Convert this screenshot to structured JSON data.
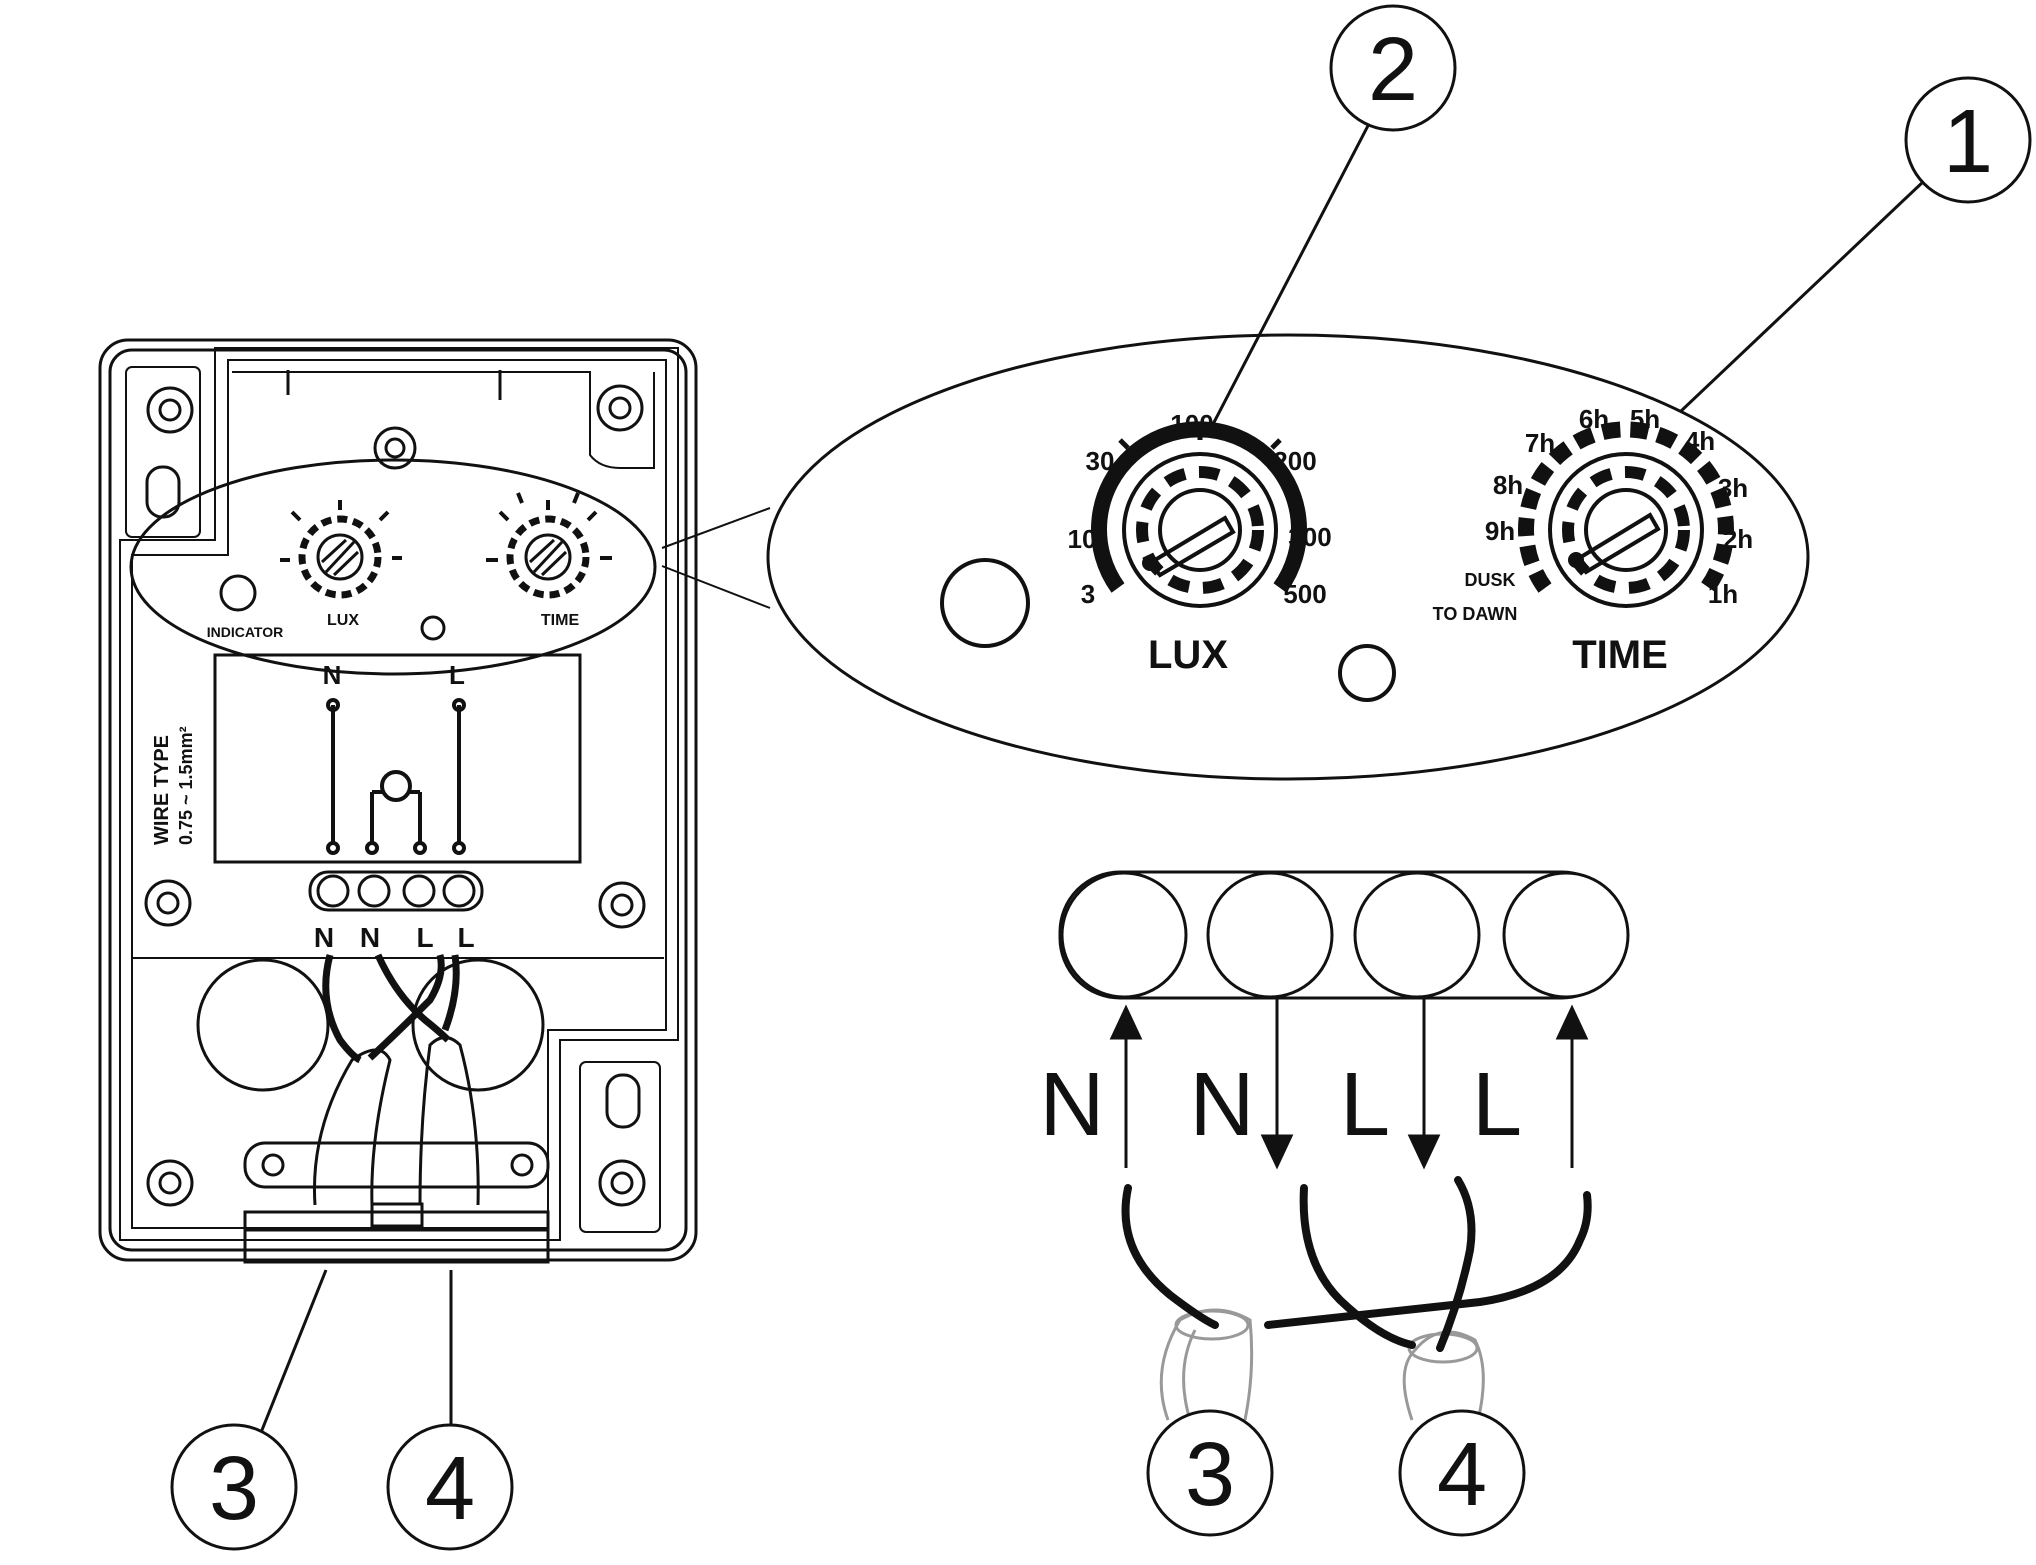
{
  "callouts": [
    "1",
    "2",
    "3",
    "4"
  ],
  "zoom": {
    "lux": {
      "title": "LUX",
      "scale": [
        "3",
        "10",
        "30",
        "100",
        "200",
        "300",
        "500"
      ]
    },
    "time": {
      "title": "TIME",
      "scale": [
        "DUSK",
        "TO DAWN",
        "9h",
        "8h",
        "7h",
        "6h",
        "5h",
        "4h",
        "3h",
        "2h",
        "1h"
      ]
    }
  },
  "device": {
    "indicator_label": "INDICATOR",
    "lux_label": "LUX",
    "time_label": "TIME",
    "terminal_top": [
      "N",
      "L"
    ],
    "wire_type_title": "WIRE TYPE",
    "wire_type_value": "0.75 ~ 1.5mm²",
    "terminal_labels": [
      "N",
      "N",
      "L",
      "L"
    ]
  },
  "terminal_diagram": {
    "labels": [
      "N",
      "N",
      "L",
      "L"
    ]
  },
  "colors": {
    "line": "#111111",
    "background": "#ffffff",
    "cable": "#999999"
  }
}
